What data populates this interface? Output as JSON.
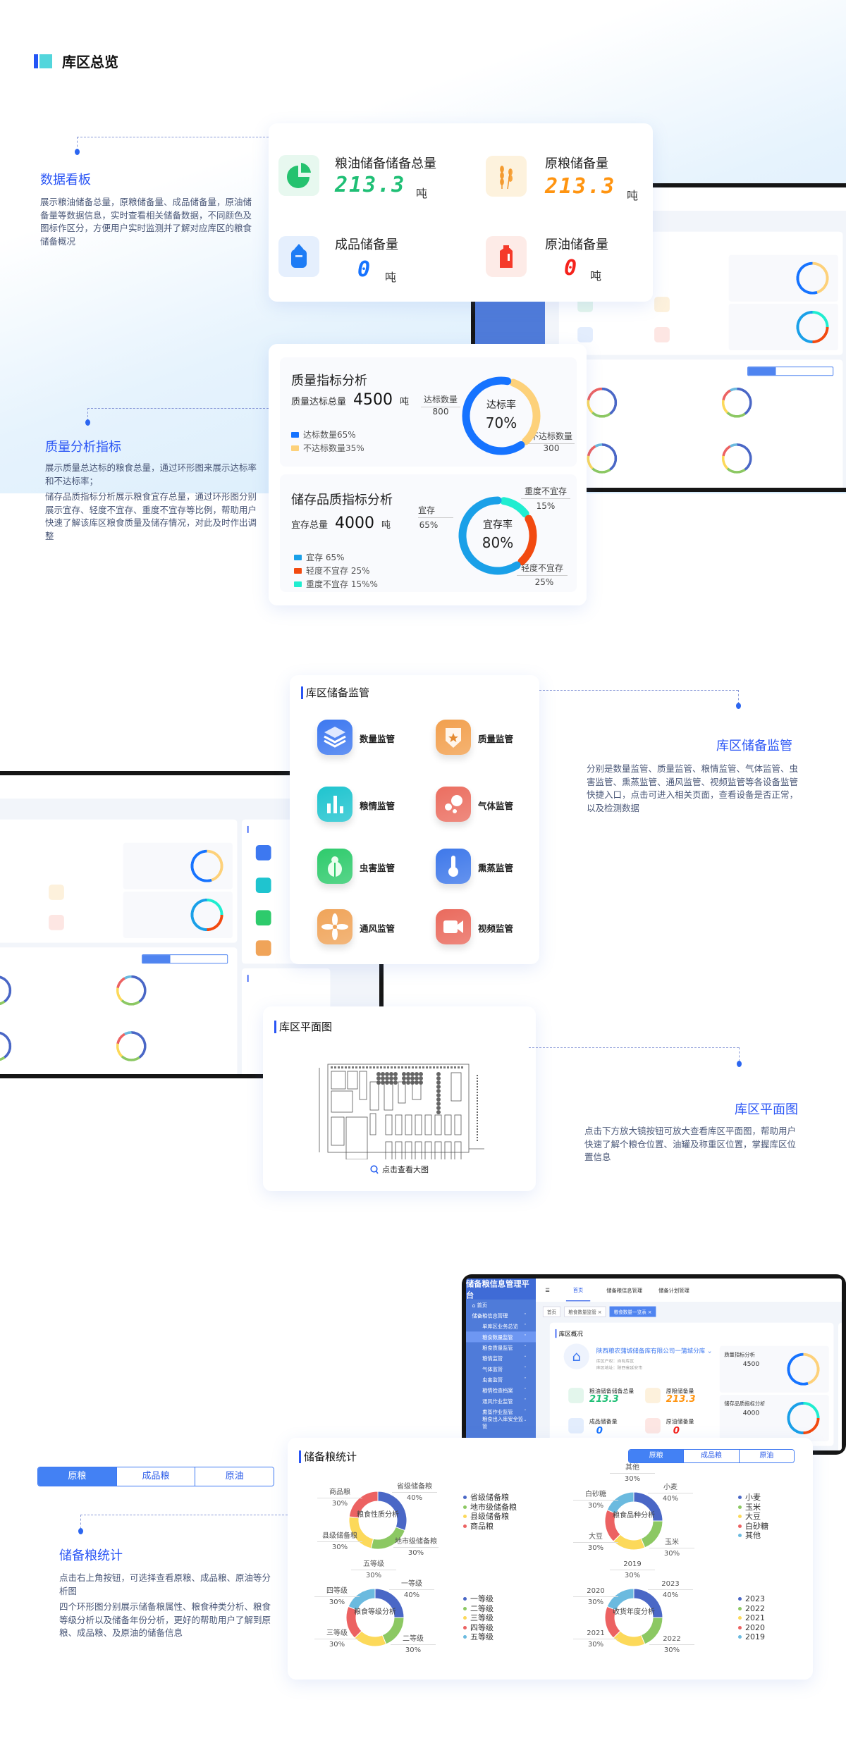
{
  "page_title": "库区总览",
  "colors": {
    "accent": "#2a55f5",
    "green": "#1fbf75",
    "orange": "#ff9410",
    "blue": "#1673ff",
    "red": "#f5221c"
  },
  "data_board": {
    "title": "数据看板",
    "description": "展示粮油储备总量，原粮储备量、成品储备量，原油储备量等数据信息，实时查看相关储备数据，不同颜色及图标作区分，方便用户实时监测并了解对应库区的粮食储备概况",
    "items": [
      {
        "label": "粮油储备储备总量",
        "value": "213.3",
        "unit": "吨",
        "icon": "pie-chart-icon",
        "color": "#1fbf75"
      },
      {
        "label": "原粮储备量",
        "value": "213.3",
        "unit": "吨",
        "icon": "wheat-icon",
        "color": "#ff9410"
      },
      {
        "label": "成品储备量",
        "value": "0",
        "unit": "吨",
        "icon": "grain-sack-icon",
        "color": "#1673ff"
      },
      {
        "label": "原油储备量",
        "value": "0",
        "unit": "吨",
        "icon": "oil-jug-icon",
        "color": "#f5221c"
      }
    ]
  },
  "quality": {
    "title": "质量分析指标",
    "description": [
      "展示质量总达标的粮食总量，通过环形图来展示达标率和不达标率；",
      "储存品质指标分析展示粮食宜存总量，通过环形图分别展示宜存、轻度不宜存、重度不宜存等比例，帮助用户快速了解该库区粮食质量及储存情况，对此及时作出调整"
    ],
    "standard": {
      "title": "质量指标分析",
      "total_label": "质量达标总量",
      "total": "4500",
      "unit": "吨",
      "center_label": "达标率",
      "center_value": "70%",
      "segments": [
        {
          "legend": "达标数量65%",
          "label": "达标数量",
          "value_text": "800",
          "percent": 65,
          "color": "#1673ff"
        },
        {
          "legend": "不达标数量35%",
          "label": "不达标数量",
          "value_text": "300",
          "percent": 35,
          "color": "#fdd17a"
        }
      ]
    },
    "storage": {
      "title": "储存品质指标分析",
      "total_label": "宜存总量",
      "total": "4000",
      "unit": "吨",
      "center_label": "宜存率",
      "center_value": "80%",
      "segments": [
        {
          "legend": "宜存 65%",
          "label": "宜存",
          "value_text": "65%",
          "percent": 65,
          "color": "#1aa0e8"
        },
        {
          "legend": "轻度不宜存 25%",
          "label": "轻度不宜存",
          "value_text": "25%",
          "percent": 25,
          "color": "#f24a10"
        },
        {
          "legend": "重度不宜存 15%%",
          "label": "重度不宜存",
          "value_text": "15%",
          "percent": 15,
          "color": "#20edd0"
        }
      ]
    }
  },
  "monitor": {
    "card_title": "库区储备监管",
    "title": "库区储备监管",
    "description": "分别是数量监管、质量监管、粮情监管、气体监管、虫害监管、熏蒸监管、通风监管、视频监管等各设备监管快捷入口，点击可进入相关页面，查看设备是否正常，以及检测数据",
    "items": [
      {
        "label": "数量监管",
        "icon": "layers-icon",
        "color": "#3d78f0"
      },
      {
        "label": "质量监管",
        "icon": "shield-star-icon",
        "color": "#f2a04e"
      },
      {
        "label": "粮情监管",
        "icon": "bar-chart-icon",
        "color": "#1fc4cf"
      },
      {
        "label": "气体监管",
        "icon": "bubbles-icon",
        "color": "#eb6e60"
      },
      {
        "label": "虫害监管",
        "icon": "bug-icon",
        "color": "#2ecb6c"
      },
      {
        "label": "熏蒸监管",
        "icon": "thermometer-icon",
        "color": "#3e78ea"
      },
      {
        "label": "通风监管",
        "icon": "fan-icon",
        "color": "#f0a459"
      },
      {
        "label": "视频监管",
        "icon": "video-camera-icon",
        "color": "#ea6a5d"
      }
    ]
  },
  "plan": {
    "card_title": "库区平面图",
    "title": "库区平面图",
    "description": "点击下方放大镜按钮可放大查看库区平面图，帮助用户快速了解个粮仓位置、油罐及称重区位置，掌握库区位置信息",
    "view_link": "点击查看大图"
  },
  "stats": {
    "title": "储备粮统计",
    "card_title": "储备粮统计",
    "tabs": [
      "原粮",
      "成品粮",
      "原油"
    ],
    "active_tab": "原粮",
    "description": [
      "点击右上角按钮，可选择查看原粮、成品粮、原油等分析图",
      "四个环形图分别展示储备粮属性、粮食种类分析、粮食等级分析以及储备年份分析，更好的帮助用户了解到原粮、成品粮、及原油的储备信息"
    ],
    "charts": [
      {
        "center": "粮食性质分析",
        "slices": [
          {
            "name": "省级储备粮",
            "pct": "40%",
            "value": 40,
            "color": "#4a67c6"
          },
          {
            "name": "地市级储备粮",
            "pct": "30%",
            "value": 30,
            "color": "#8cc863"
          },
          {
            "name": "县级储备粮",
            "pct": "30%",
            "value": 30,
            "color": "#fcd95a"
          },
          {
            "name": "商品粮",
            "pct": "30%",
            "value": 30,
            "color": "#ec6262"
          }
        ]
      },
      {
        "center": "粮食品种分析",
        "slices": [
          {
            "name": "小麦",
            "pct": "40%",
            "value": 40,
            "color": "#4a67c6"
          },
          {
            "name": "玉米",
            "pct": "30%",
            "value": 30,
            "color": "#8cc863"
          },
          {
            "name": "大豆",
            "pct": "30%",
            "value": 30,
            "color": "#fcd95a"
          },
          {
            "name": "白砂糖",
            "pct": "30%",
            "value": 30,
            "color": "#ec6262"
          },
          {
            "name": "其他",
            "pct": "30%",
            "value": 30,
            "color": "#6bbadf"
          }
        ]
      },
      {
        "center": "粮食等级分析",
        "slices": [
          {
            "name": "一等级",
            "pct": "40%",
            "value": 40,
            "color": "#4a67c6"
          },
          {
            "name": "二等级",
            "pct": "30%",
            "value": 30,
            "color": "#8cc863"
          },
          {
            "name": "三等级",
            "pct": "30%",
            "value": 30,
            "color": "#fcd95a"
          },
          {
            "name": "四等级",
            "pct": "30%",
            "value": 30,
            "color": "#ec6262"
          },
          {
            "name": "五等级",
            "pct": "30%",
            "value": 30,
            "color": "#6bbadf"
          }
        ]
      },
      {
        "center": "收货年度分析",
        "slices": [
          {
            "name": "2023",
            "pct": "40%",
            "value": 40,
            "color": "#4a67c6"
          },
          {
            "name": "2022",
            "pct": "30%",
            "value": 30,
            "color": "#8cc863"
          },
          {
            "name": "2021",
            "pct": "30%",
            "value": 30,
            "color": "#fcd95a"
          },
          {
            "name": "2020",
            "pct": "30%",
            "value": 30,
            "color": "#ec6262"
          },
          {
            "name": "2019",
            "pct": "30%",
            "value": 30,
            "color": "#6bbadf"
          }
        ]
      }
    ]
  },
  "dashboard_preview": {
    "app_title": "储备粮信息管理平台",
    "nav": [
      "首页",
      "储备粮信息管理",
      "储备计划管理"
    ],
    "tags": [
      "首页",
      "粮食数量监管 ×",
      "粮食数量一览表 ×"
    ],
    "sidebar": [
      "⌂ 首页",
      "储备粮信息管理",
      "单库区业务总览",
      "粮食数量监管",
      "粮食质量监管",
      "粮情监管",
      "气体监管",
      "虫害监管",
      "粮情检查档案",
      "通风作业监管",
      "熏蒸作业监管",
      "粮食出入库安全监管"
    ],
    "overview_title": "库区概况",
    "company": "陕西粮农蒲城储备库有限公司一蒲城分库 ⌄",
    "property": "库区产权：自有库区",
    "address": "库区地址：陕西省延安市"
  }
}
